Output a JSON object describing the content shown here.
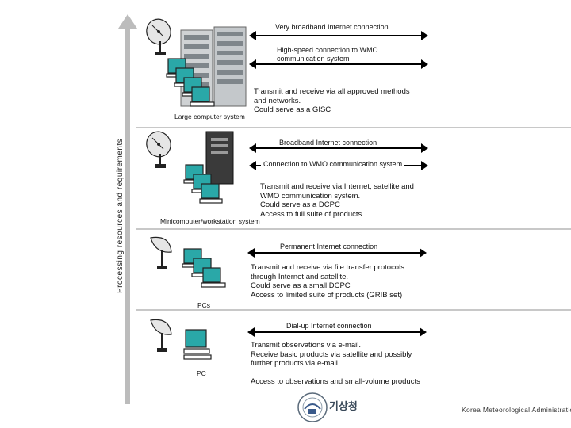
{
  "axis_label": "Processing resources and requirements",
  "tiers": [
    {
      "caption": "Large computer system",
      "links": [
        "Very broadband Internet connection",
        "High-speed connection to WMO communication system"
      ],
      "description": [
        "Transmit and receive via all approved methods",
        "and networks.",
        "Could serve as a GISC"
      ]
    },
    {
      "caption": "Minicomputer/workstation system",
      "links": [
        "Broadband Internet connection",
        "Connection to WMO communication system"
      ],
      "description": [
        "Transmit and receive via Internet, satellite and",
        "WMO communication system.",
        "Could serve as a DCPC",
        "Access to full suite of products"
      ]
    },
    {
      "caption": "PCs",
      "links": [
        "Permanent Internet connection"
      ],
      "description": [
        "Transmit and receive via file transfer protocols",
        "through Internet and satellite.",
        "Could serve as a small DCPC",
        "Access to limited suite of products (GRIB set)"
      ]
    },
    {
      "caption": "PC",
      "links": [
        "Dial-up Internet connection"
      ],
      "description": [
        "Transmit observations via e-mail.",
        "Receive basic products via satellite and possibly",
        "further products via e-mail.",
        "",
        "Access to observations and small-volume products"
      ]
    }
  ],
  "footer": {
    "korean": "기상청",
    "org": "Korea Meteorological Administration"
  }
}
